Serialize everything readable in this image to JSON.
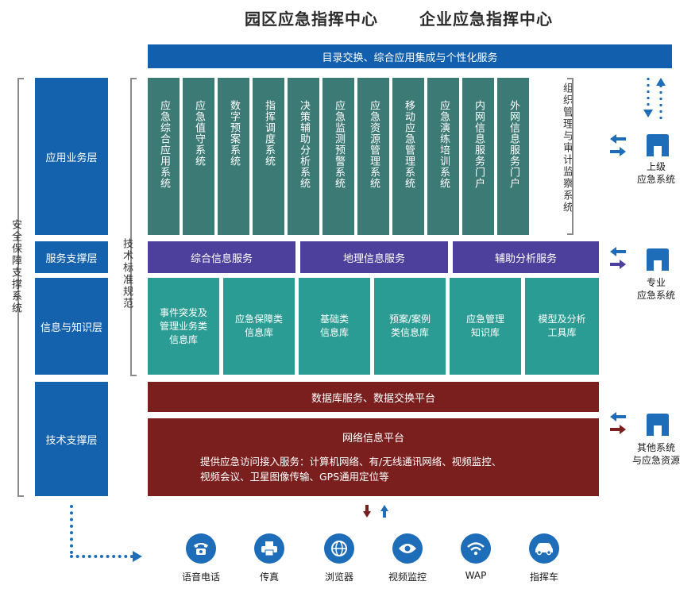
{
  "titles": {
    "left": "园区应急指挥中心",
    "right": "企业应急指挥中心"
  },
  "top_bar": "目录交换、综合应用集成与个性化服务",
  "side_labels": {
    "security": "安全保障支撑系统",
    "standards": "技术标准规范",
    "org": "组织管理与审计监察系统"
  },
  "layers": {
    "app": "应用业务层",
    "service": "服务支撑层",
    "info": "信息与知识层",
    "tech": "技术支撑层"
  },
  "app_systems": [
    "应急综合应用系统",
    "应急值守系统",
    "数字预案系统",
    "指挥调度系统",
    "决策辅助分析系统",
    "应急监测预警系统",
    "应急资源管理系统",
    "移动应急管理系统",
    "应急演练培训系统",
    "内网信息服务门户",
    "外网信息服务门户"
  ],
  "services": [
    "综合信息服务",
    "地理信息服务",
    "辅助分析服务"
  ],
  "knowledge_bases": [
    "事件突发及\n管理业务类\n信息库",
    "应急保障类\n信息库",
    "基础类\n信息库",
    "预案/案例\n类信息库",
    "应急管理\n知识库",
    "模型及分析\n工具库"
  ],
  "db_platform": "数据库服务、数据交换平台",
  "network": {
    "title": "网络信息平台",
    "line1": "提供应急访问接入服务：计算机网络、有/无线通讯网络、视频监控、",
    "line2": "视频会议、卫星图像传输、GPS通用定位等"
  },
  "external": {
    "upper": "上级\n应急系统",
    "pro": "专业\n应急系统",
    "other": "其他系统\n与应急资源"
  },
  "terminals": [
    "语音电话",
    "传真",
    "浏览器",
    "视频监控",
    "WAP",
    "指挥车"
  ],
  "colors": {
    "blue": "#1461ad",
    "teal_dark": "#3c7a75",
    "purple": "#4d3f9c",
    "teal": "#2b9c93",
    "red": "#7b1f1e"
  }
}
